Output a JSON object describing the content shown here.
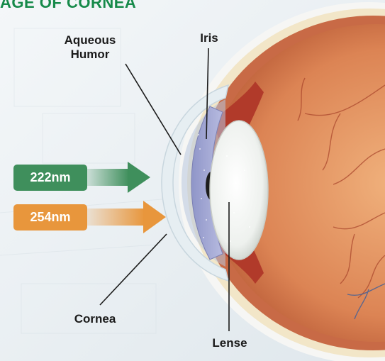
{
  "banner": {
    "title": "AGE OF CORNEA"
  },
  "labels": {
    "aqueous_humor_line1": "Aqueous",
    "aqueous_humor_line2": "Humor",
    "iris": "Iris",
    "cornea": "Cornea",
    "lense": "Lense"
  },
  "wavelengths": [
    {
      "label": "222nm",
      "color": "#3f8f5c"
    },
    {
      "label": "254nm",
      "color": "#e8963c"
    }
  ]
}
